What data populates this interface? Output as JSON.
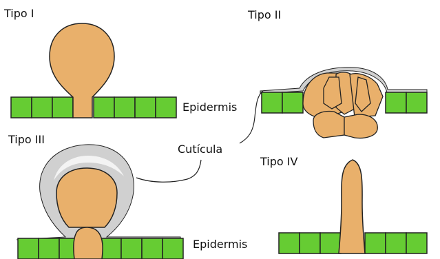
{
  "labels": {
    "tipo_1": "Tipo I",
    "tipo_2": "Tipo II",
    "tipo_3": "Tipo III",
    "tipo_4": "Tipo IV",
    "epidermis_1": "Epidermis",
    "epidermis_2": "Epidermis",
    "cuticula": "Cutícula"
  },
  "colors": {
    "epidermis": "#66cc33",
    "hair": "#e9b06b",
    "cuticle": "#d0d0d0",
    "cuticle_highlight": "#f3f3f3",
    "outline": "#222222"
  }
}
